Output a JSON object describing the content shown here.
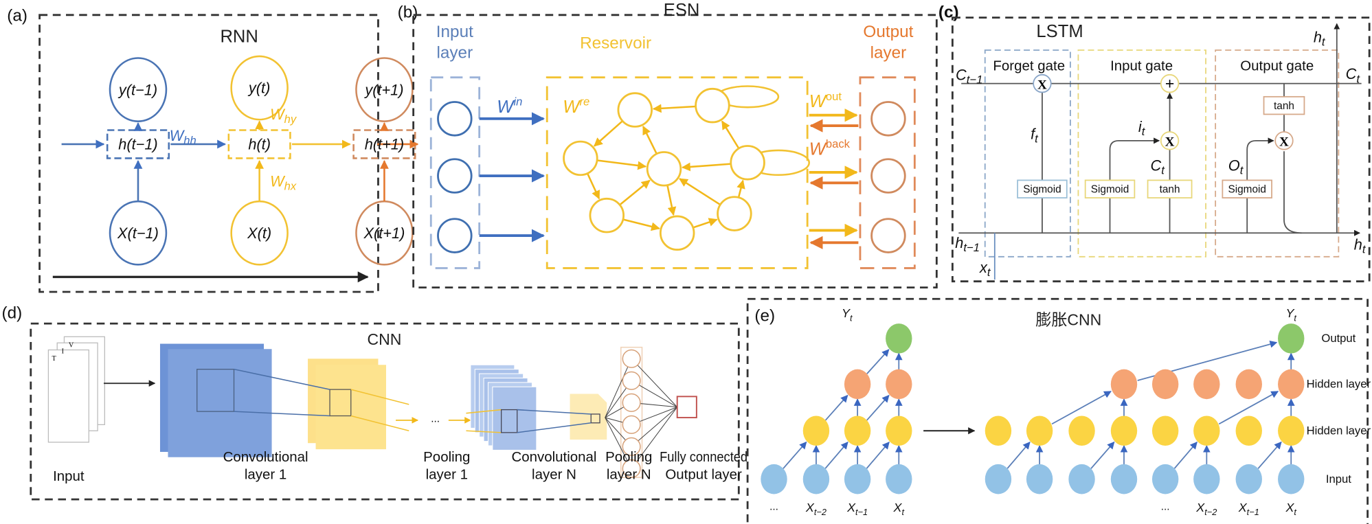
{
  "panels": {
    "a": {
      "tag": "(a)",
      "title": "RNN",
      "outputs": [
        "y(t−1)",
        "y(t)",
        "y(t+1)"
      ],
      "hidden": [
        "h(t−1)",
        "h(t)",
        "h(t+1)"
      ],
      "inputs": [
        "X(t−1)",
        "X(t)",
        "X(t+1)"
      ],
      "w_hh": {
        "base": "W",
        "sub": "hh"
      },
      "w_hy": {
        "base": "W",
        "sub": "hy"
      },
      "w_hx": {
        "base": "W",
        "sub": "hx"
      }
    },
    "b": {
      "tag": "(b)",
      "title": "ESN",
      "input_layer": [
        "Input",
        "layer"
      ],
      "reservoir": "Reservoir",
      "output_layer": [
        "Output",
        "layer"
      ],
      "w_in": {
        "base": "W",
        "sup": "in"
      },
      "w_re": {
        "base": "W",
        "sup": "re"
      },
      "w_out": {
        "base": "W",
        "sup": "out"
      },
      "w_back": {
        "base": "W",
        "sup": "back"
      }
    },
    "c": {
      "tag": "(c)",
      "title": "LSTM",
      "forget_gate": "Forget gate",
      "input_gate": "Input gate",
      "output_gate": "Output gate",
      "c_prev": {
        "base": "C",
        "sub": "t−1"
      },
      "c_t": {
        "base": "C",
        "sub": "t"
      },
      "h_prev": {
        "base": "h",
        "sub": "t−1"
      },
      "h_t": {
        "base": "h",
        "sub": "t"
      },
      "x_t": {
        "base": "x",
        "sub": "t"
      },
      "f_t": {
        "base": "f",
        "sub": "t"
      },
      "i_t": {
        "base": "i",
        "sub": "t"
      },
      "ct_tilde": {
        "base": "C",
        "sub": "t"
      },
      "o_t": {
        "base": "O",
        "sub": "t"
      },
      "multiply": "X",
      "add": "+",
      "sigmoid": "Sigmoid",
      "tanh": "tanh"
    },
    "d": {
      "tag": "(d)",
      "title": "CNN",
      "input_pages": [
        "V",
        "I",
        "T"
      ],
      "labels": {
        "input": "Input",
        "conv1": [
          "Convolutional",
          "layer 1"
        ],
        "pool1": [
          "Pooling",
          "layer 1"
        ],
        "convN": [
          "Convolutional",
          "layer N"
        ],
        "poolN": [
          "Pooling",
          "layer N"
        ],
        "fc": [
          "Fully connected",
          "Output layer"
        ]
      },
      "ellipsis": "..."
    },
    "e": {
      "tag": "(e)",
      "title": "膨胀CNN",
      "y_t": {
        "base": "Y",
        "sub": "t"
      },
      "layers": [
        "Output",
        "Hidden layer",
        "Hidden layer",
        "Input"
      ],
      "x_labels": [
        {
          "base": "X",
          "sub": "t−2"
        },
        {
          "base": "X",
          "sub": "t−1"
        },
        {
          "base": "X",
          "sub": "t"
        }
      ],
      "ellipsis": "...",
      "colors": {
        "output": "#8cc86a",
        "hidden2": "#f5a474",
        "hidden1": "#fbd443",
        "input": "#92c2e6"
      }
    }
  },
  "colors": {
    "blue": "#4a74b4",
    "yellow": "#f2c232",
    "orange": "#e5782e",
    "brown": "#d08a5e"
  }
}
